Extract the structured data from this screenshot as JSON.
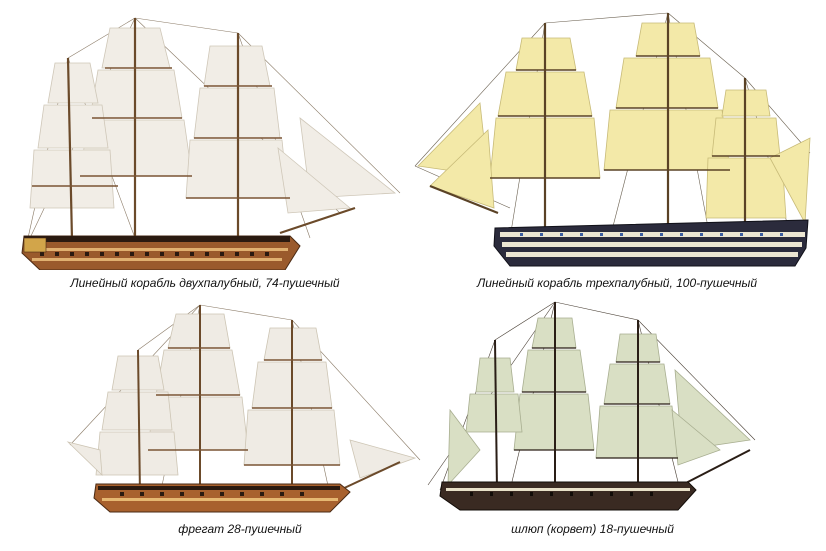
{
  "panels": [
    {
      "caption": "Линейный корабль двухпалубный, 74-пушечный",
      "sail_color": "#f1ede6",
      "hull_color": "#9a5a2c"
    },
    {
      "caption": "Линейный корабль трехпалубный, 100-пушечный",
      "sail_color": "#f3e9a8",
      "hull_color": "#2b2b3c"
    },
    {
      "caption": "фрегат 28-пушечный",
      "sail_color": "#efebe4",
      "hull_color": "#a8612e"
    },
    {
      "caption": "шлюп (корвет) 18-пушечный",
      "sail_color": "#d9dfc4",
      "hull_color": "#3a2a22"
    }
  ]
}
